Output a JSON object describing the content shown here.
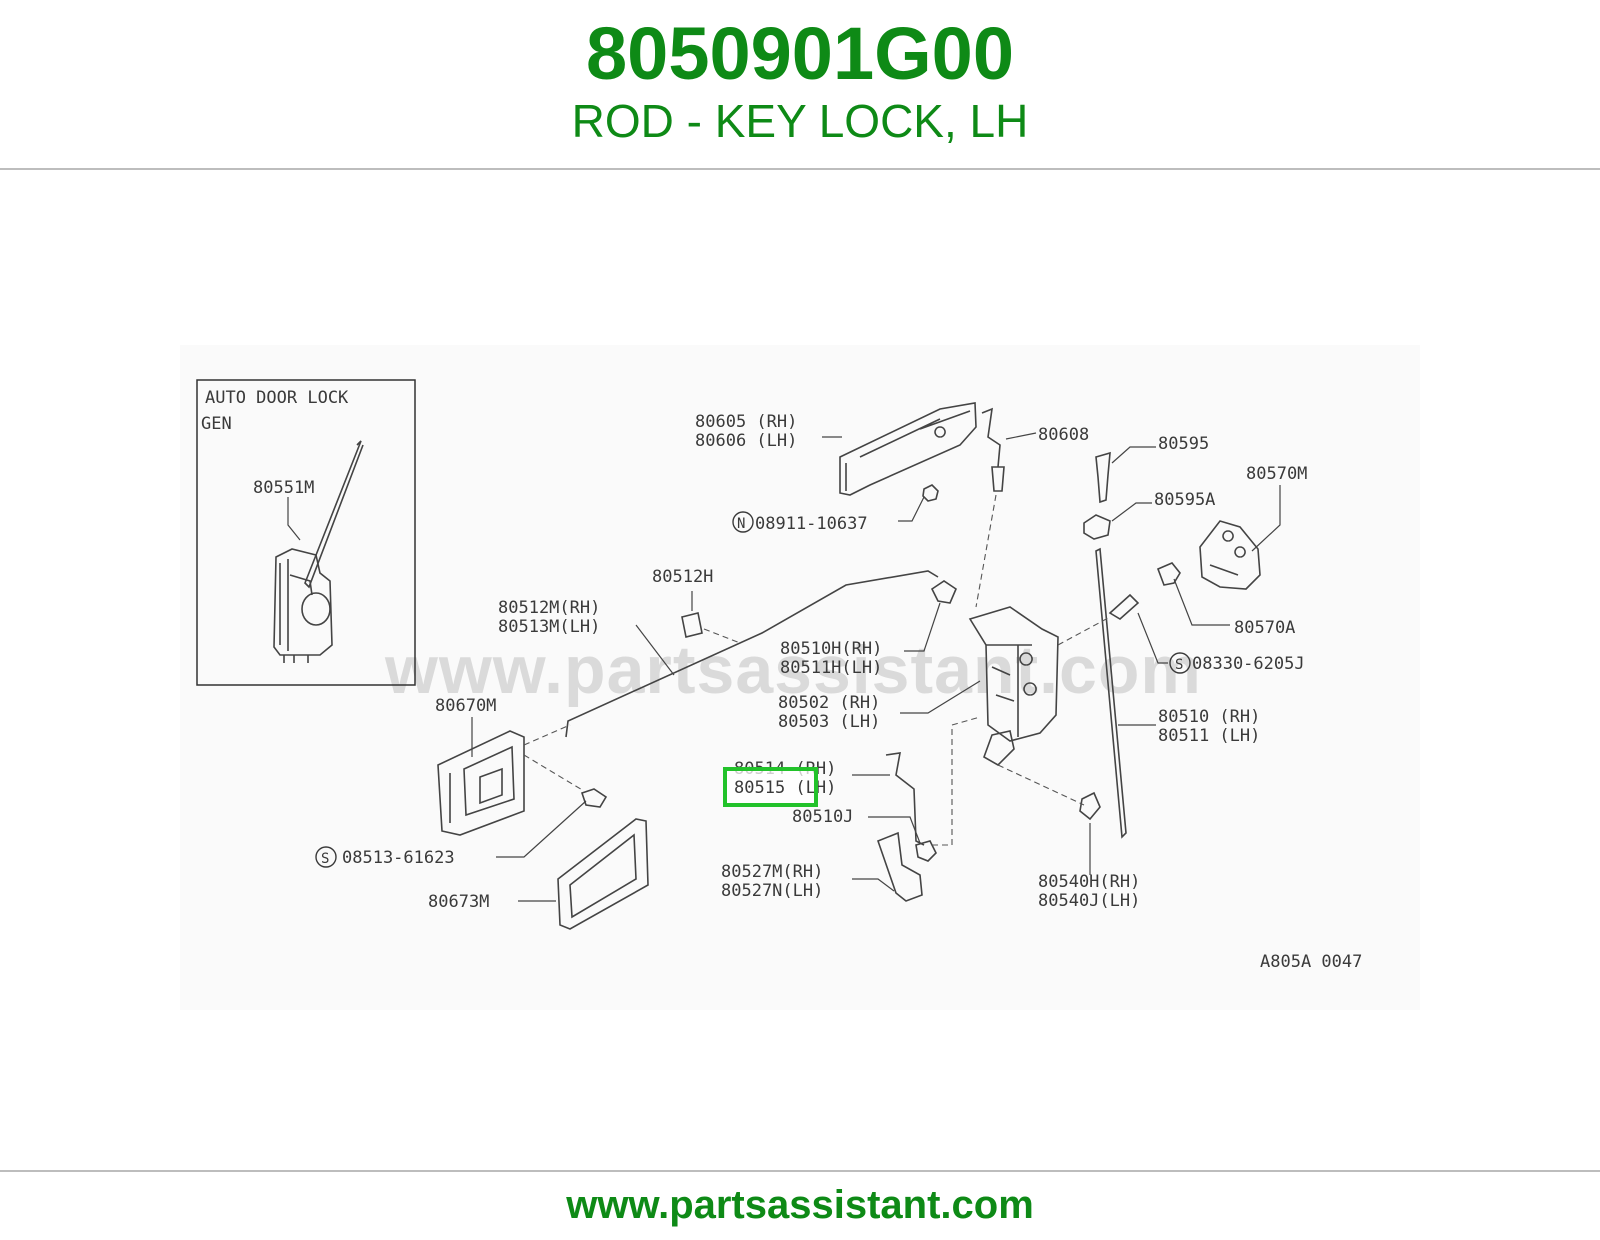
{
  "header": {
    "part_number": "8050901G00",
    "part_name": "ROD - KEY LOCK, LH"
  },
  "footer": {
    "url": "www.partsassistant.com"
  },
  "diagram": {
    "watermark": "www.partsassistant.com",
    "inset": {
      "title": "AUTO DOOR LOCK",
      "subtitle": "GEN",
      "label": "80551M"
    },
    "labels": {
      "l80605": "80605 (RH)",
      "l80606": "80606 (LH)",
      "l80608": "80608",
      "l80595": "80595",
      "l80595a": "80595A",
      "l80570m": "80570M",
      "l08911": "08911-10637",
      "l80512h": "80512H",
      "l80512m": "80512M(RH)",
      "l80513m": "80513M(LH)",
      "l80570a": "80570A",
      "l80510h": "80510H(RH)",
      "l80511h": "80511H(LH)",
      "l08330": "08330-6205J",
      "l80502": "80502 (RH)",
      "l80503": "80503 (LH)",
      "l80510": "80510 (RH)",
      "l80511": "80511 (LH)",
      "l80670m": "80670M",
      "l80514": "80514 (RH)",
      "l80515": "80515 (LH)",
      "l80510j": "80510J",
      "l08513": "08513-61623",
      "l80527m": "80527M(RH)",
      "l80527n": "80527N(LH)",
      "l80540h": "80540H(RH)",
      "l80540j": "80540J(LH)",
      "l80673m": "80673M",
      "code": "A805A 0047",
      "sym_n": "N",
      "sym_s": "S"
    },
    "highlight_color": "#22c22a"
  }
}
